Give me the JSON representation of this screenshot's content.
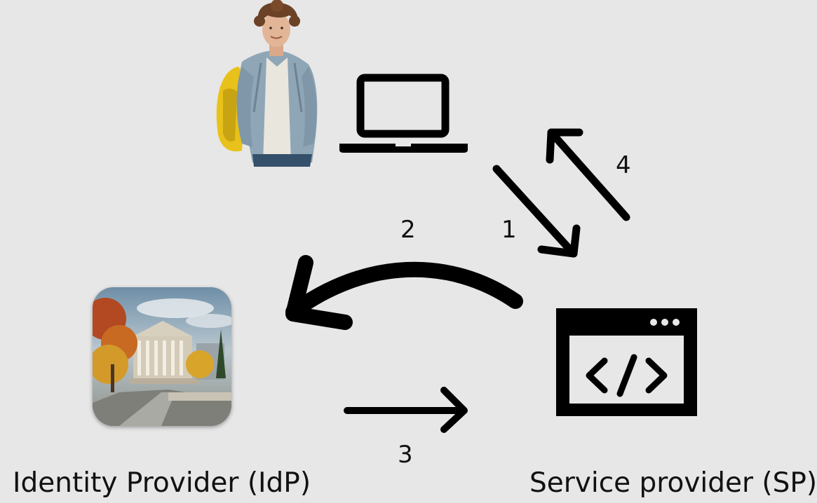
{
  "roles": {
    "idp": "Identity Provider (IdP)",
    "sp": "Service provider (SP)"
  },
  "steps": [
    "1",
    "2",
    "3",
    "4"
  ],
  "icons": {
    "user": "student-photo",
    "laptop": "laptop-icon",
    "idp": "university-building-app-icon",
    "sp": "code-window-icon"
  },
  "colors": {
    "background": "#e7e7e7",
    "ink": "#000000"
  }
}
